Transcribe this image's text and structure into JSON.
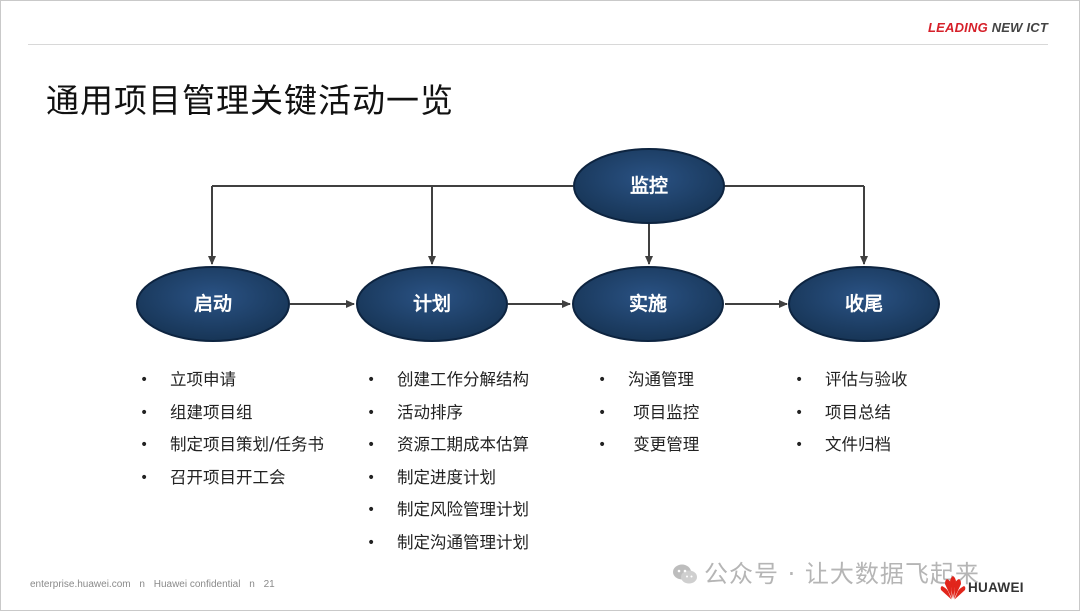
{
  "brand": {
    "part1": "LEADING",
    "part2": "NEW ICT"
  },
  "title": "通用项目管理关键活动一览",
  "nodes": {
    "monitor": "监控",
    "initiate": "启动",
    "plan": "计划",
    "execute": "实施",
    "close": "收尾"
  },
  "lists": {
    "initiate": [
      "立项申请",
      "组建项目组",
      "制定项目策划/任务书",
      "召开项目开工会"
    ],
    "plan": [
      "创建工作分解结构",
      "活动排序",
      "资源工期成本估算",
      "制定进度计划",
      "制定风险管理计划",
      "制定沟通管理计划"
    ],
    "execute": [
      "沟通管理",
      " 项目监控",
      " 变更管理"
    ],
    "close": [
      "评估与验收",
      "项目总结",
      "文件归档"
    ]
  },
  "footer": {
    "site": "enterprise.huawei.com",
    "sep1": "n",
    "conf": "Huawei confidential",
    "sep2": "n",
    "page": "21"
  },
  "watermark": "公众号 · 让大数据飞起来",
  "logo_text": "HUAWEI",
  "colors": {
    "node_fill": "#1e3f66",
    "node_stroke": "#0d2440",
    "arrow": "#404040",
    "accent": "#d6202a"
  }
}
